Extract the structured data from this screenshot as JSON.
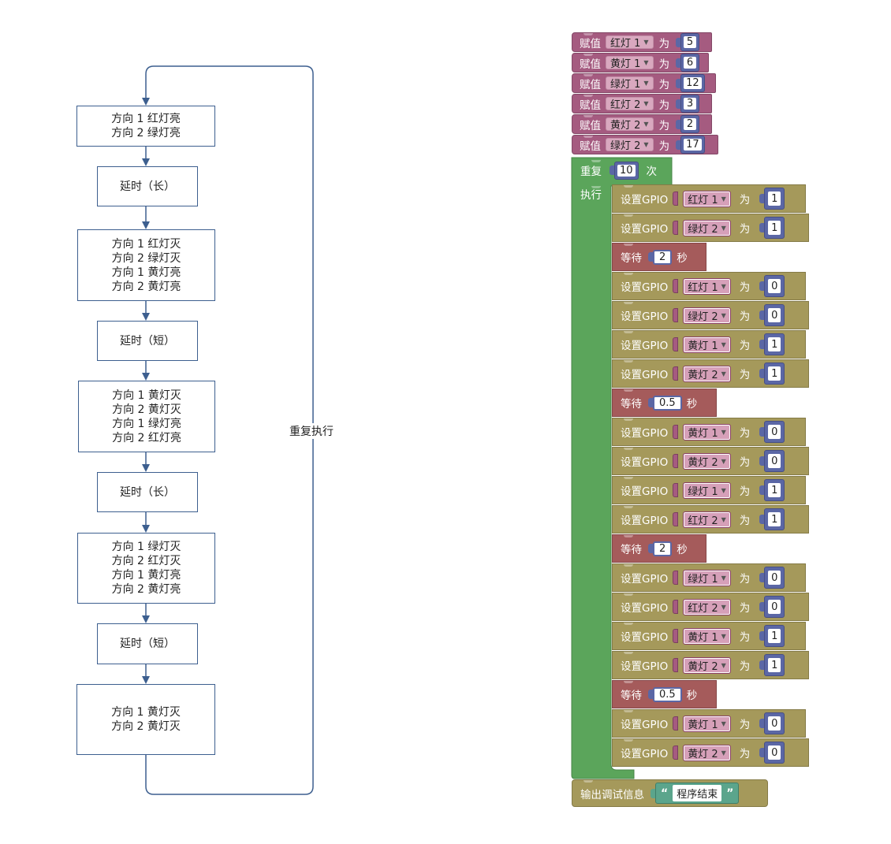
{
  "flowchart": {
    "boxes": [
      {
        "lines": [
          "方向 1 红灯亮",
          "方向 2 绿灯亮"
        ]
      },
      {
        "lines": [
          "延时（长）"
        ]
      },
      {
        "lines": [
          "方向 1 红灯灭",
          "方向 2 绿灯灭",
          "方向 1 黄灯亮",
          "方向 2 黄灯亮"
        ]
      },
      {
        "lines": [
          "延时（短）"
        ]
      },
      {
        "lines": [
          "方向 1 黄灯灭",
          "方向 2 黄灯灭",
          "方向 1 绿灯亮",
          "方向 2 红灯亮"
        ]
      },
      {
        "lines": [
          "延时（长）"
        ]
      },
      {
        "lines": [
          "方向 1 绿灯灭",
          "方向 2 红灯灭",
          "方向 1 黄灯亮",
          "方向 2 黄灯亮"
        ]
      },
      {
        "lines": [
          "延时（短）"
        ]
      },
      {
        "lines": [
          "方向 1 黄灯灭",
          "方向 2 黄灯灭"
        ]
      }
    ],
    "loop_label": "重复执行"
  },
  "blocks": {
    "assign_prefix": "赋值",
    "assign_mid": "为",
    "assignments": [
      {
        "var": "红灯 1",
        "value": "5"
      },
      {
        "var": "黄灯 1",
        "value": "6"
      },
      {
        "var": "绿灯 1",
        "value": "12"
      },
      {
        "var": "红灯 2",
        "value": "3"
      },
      {
        "var": "黄灯 2",
        "value": "2"
      },
      {
        "var": "绿灯 2",
        "value": "17"
      }
    ],
    "repeat": {
      "label": "重复",
      "count": "10",
      "times": "次",
      "do": "执行"
    },
    "gpio_label": "设置GPIO",
    "gpio_mid": "为",
    "wait_label": "等待",
    "wait_unit": "秒",
    "steps": [
      {
        "type": "gpio",
        "var": "红灯 1",
        "value": "1"
      },
      {
        "type": "gpio",
        "var": "绿灯 2",
        "value": "1"
      },
      {
        "type": "wait",
        "value": "2"
      },
      {
        "type": "gpio",
        "var": "红灯 1",
        "value": "0"
      },
      {
        "type": "gpio",
        "var": "绿灯 2",
        "value": "0"
      },
      {
        "type": "gpio",
        "var": "黄灯 1",
        "value": "1"
      },
      {
        "type": "gpio",
        "var": "黄灯 2",
        "value": "1"
      },
      {
        "type": "wait",
        "value": "0.5"
      },
      {
        "type": "gpio",
        "var": "黄灯 1",
        "value": "0"
      },
      {
        "type": "gpio",
        "var": "黄灯 2",
        "value": "0"
      },
      {
        "type": "gpio",
        "var": "绿灯 1",
        "value": "1"
      },
      {
        "type": "gpio",
        "var": "红灯 2",
        "value": "1"
      },
      {
        "type": "wait",
        "value": "2"
      },
      {
        "type": "gpio",
        "var": "绿灯 1",
        "value": "0"
      },
      {
        "type": "gpio",
        "var": "红灯 2",
        "value": "0"
      },
      {
        "type": "gpio",
        "var": "黄灯 1",
        "value": "1"
      },
      {
        "type": "gpio",
        "var": "黄灯 2",
        "value": "1"
      },
      {
        "type": "wait",
        "value": "0.5"
      },
      {
        "type": "gpio",
        "var": "黄灯 1",
        "value": "0"
      },
      {
        "type": "gpio",
        "var": "黄灯 2",
        "value": "0"
      }
    ],
    "print": {
      "label": "输出调试信息",
      "open_quote": "“",
      "text": "程序结束",
      "close_quote": "”"
    }
  },
  "colors": {
    "flow_line": "#3d5f8f",
    "variables": "#a55b80",
    "loop": "#5ba55b",
    "gpio": "#a5995b",
    "wait": "#a55b5b",
    "number": "#5b67a5",
    "text": "#5ba58c"
  }
}
